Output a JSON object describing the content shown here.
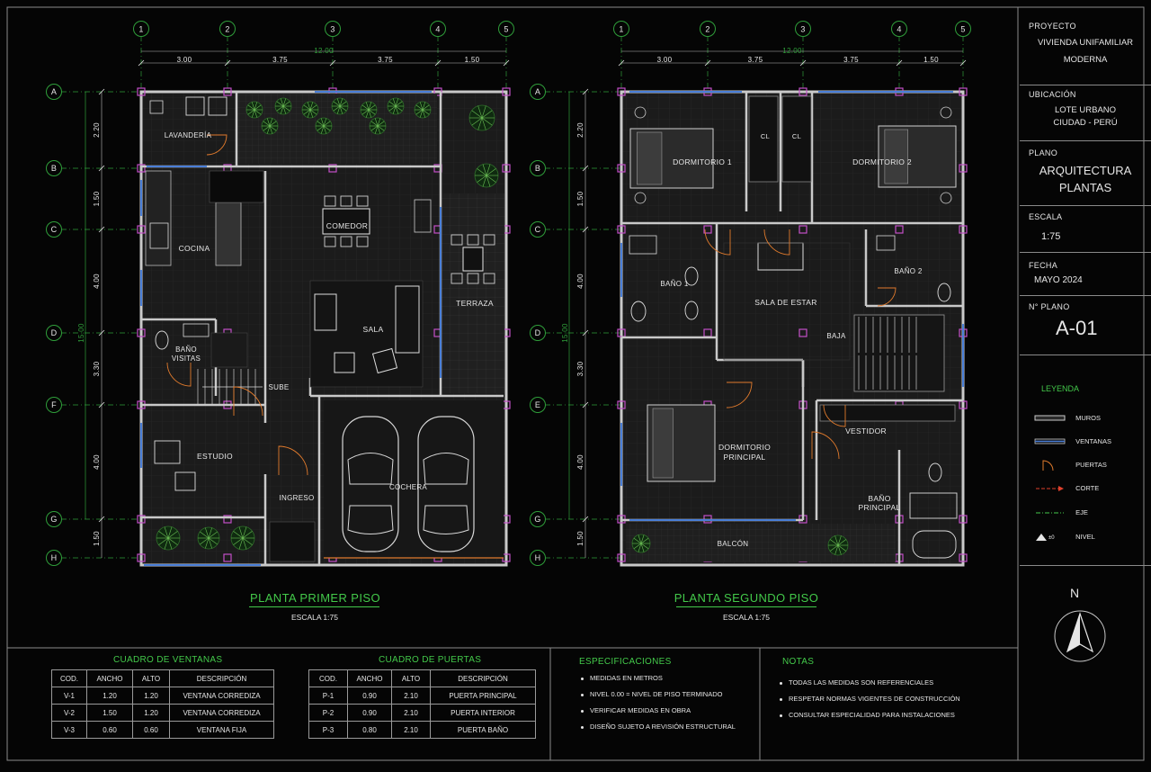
{
  "grid_columns": [
    "1",
    "2",
    "3",
    "4",
    "5"
  ],
  "grid_rows": [
    "A",
    "B",
    "C",
    "D",
    "E",
    "F",
    "G",
    "H"
  ],
  "dims": {
    "total_w": "12.00",
    "col_spans": [
      "3.00",
      "3.75",
      "3.75",
      "1.50"
    ],
    "row_spans": [
      "2.20",
      "1.50",
      "4.00",
      "3.30",
      "4.00",
      "1.50"
    ],
    "total_h": "15.00"
  },
  "plan1": {
    "title": "PLANTA PRIMER PISO",
    "scale": "ESCALA 1:75",
    "rooms": {
      "lavanderia": "LAVANDERÍA",
      "cocina": "COCINA",
      "comedor": "COMEDOR",
      "sala": "SALA",
      "terraza": "TERRAZA",
      "bano_visitas_1": "BAÑO",
      "bano_visitas_2": "VISITAS",
      "sube": "SUBE",
      "estudio": "ESTUDIO",
      "ingreso": "INGRESO",
      "cochera": "COCHERA"
    }
  },
  "plan2": {
    "title": "PLANTA SEGUNDO PISO",
    "scale": "ESCALA 1:75",
    "rooms": {
      "dormitorio1": "DORMITORIO 1",
      "cl1": "CL",
      "cl2": "CL",
      "dormitorio2": "DORMITORIO 2",
      "bano1": "BAÑO 1",
      "sala_estar": "SALA DE ESTAR",
      "bano2": "BAÑO 2",
      "baja": "BAJA",
      "dorm_principal_1": "DORMITORIO",
      "dorm_principal_2": "PRINCIPAL",
      "vestidor": "VESTIDOR",
      "bano_principal_1": "BAÑO",
      "bano_principal_2": "PRINCIPAL",
      "balcon": "BALCÓN"
    }
  },
  "title_block": {
    "proyecto_label": "PROYECTO",
    "proyecto_1": "VIVIENDA UNIFAMILIAR",
    "proyecto_2": "MODERNA",
    "ubicacion_label": "UBICACIÓN",
    "ubicacion_1": "LOTE URBANO",
    "ubicacion_2": "CIUDAD - PERÚ",
    "plano_label": "PLANO",
    "plano_1": "ARQUITECTURA",
    "plano_2": "PLANTAS",
    "escala_label": "ESCALA",
    "escala": "1:75",
    "fecha_label": "FECHA",
    "fecha": "MAYO 2024",
    "nplano_label": "N° PLANO",
    "nplano": "A-01",
    "leyenda_title": "LEYENDA",
    "legend": [
      "MUROS",
      "VENTANAS",
      "PUERTAS",
      "CORTE",
      "EJE",
      "NIVEL"
    ],
    "nivel_tag": "±0",
    "north": "N"
  },
  "ventanas": {
    "title": "CUADRO DE VENTANAS",
    "headers": [
      "COD.",
      "ANCHO",
      "ALTO",
      "DESCRIPCIÓN"
    ],
    "rows": [
      [
        "V-1",
        "1.20",
        "1.20",
        "VENTANA CORREDIZA"
      ],
      [
        "V-2",
        "1.50",
        "1.20",
        "VENTANA CORREDIZA"
      ],
      [
        "V-3",
        "0.60",
        "0.60",
        "VENTANA FIJA"
      ]
    ]
  },
  "puertas": {
    "title": "CUADRO DE PUERTAS",
    "headers": [
      "COD.",
      "ANCHO",
      "ALTO",
      "DESCRIPCIÓN"
    ],
    "rows": [
      [
        "P-1",
        "0.90",
        "2.10",
        "PUERTA PRINCIPAL"
      ],
      [
        "P-2",
        "0.90",
        "2.10",
        "PUERTA INTERIOR"
      ],
      [
        "P-3",
        "0.80",
        "2.10",
        "PUERTA BAÑO"
      ]
    ]
  },
  "especificaciones": {
    "title": "ESPECIFICACIONES",
    "items": [
      "MEDIDAS EN METROS",
      "NIVEL 0.00 = NIVEL DE PISO TERMINADO",
      "VERIFICAR MEDIDAS EN OBRA",
      "DISEÑO SUJETO A REVISIÓN ESTRUCTURAL"
    ]
  },
  "notas": {
    "title": "NOTAS",
    "items": [
      "TODAS LAS MEDIDAS SON REFERENCIALES",
      "RESPETAR NORMAS VIGENTES DE CONSTRUCCIÓN",
      "CONSULTAR ESPECIALIDAD PARA INSTALACIONES"
    ]
  },
  "colors": {
    "background": "#050505",
    "wall": "#c9c9c9",
    "grid_line": "#2f9e3a",
    "accent_green": "#43c94a",
    "column_magenta": "#c34fc8",
    "window_blue": "#4a7fd8",
    "door_orange": "#e07a2c",
    "plant": "#2f6e2a"
  }
}
